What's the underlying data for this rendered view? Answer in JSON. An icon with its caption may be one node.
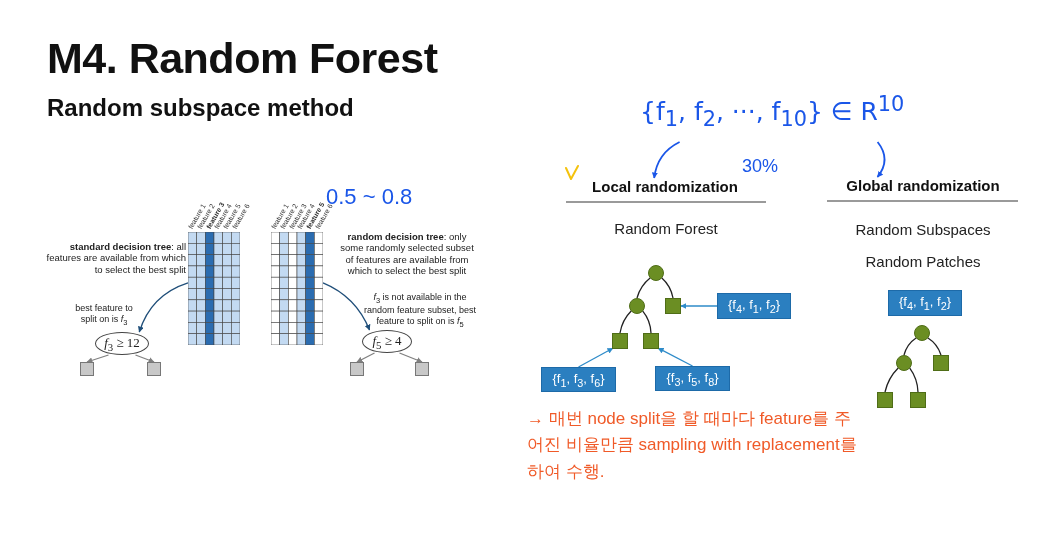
{
  "diagram": {
    "title": "M4. Random Forest",
    "nodes": [
      {
        "text": [
          "{f$_{1}$, f$_{2}$, ···, f$_{10}$} ∈ R$^{10}$"
        ]
      },
      {
        "text": [
          "Local randomization"
        ]
      },
      {
        "text": [
          "Global randomization"
        ]
      },
      {
        "text": [],
        "shape": "picture",
        "beside": [
          "feature 1",
          "feature 2",
          "feature 3",
          "feature 4",
          "feature 5",
          "feature 6"
        ]
      },
      {
        "text": [],
        "shape": "picture",
        "beside": [
          "feature 1",
          "feature 2",
          "feature 3",
          "feature 4",
          "feature 5",
          "feature 6"
        ]
      },
      {
        "text": [
          "*f*$_{3}$ ≥ 12"
        ]
      },
      {
        "text": [],
        "shape": "box"
      },
      {
        "text": [],
        "shape": "box"
      },
      {
        "text": [
          "*f*$_{5}$ ≥ 4"
        ]
      },
      {
        "text": [],
        "shape": "box"
      },
      {
        "text": [],
        "shape": "box"
      },
      {
        "text": [],
        "shape": "circle"
      },
      {
        "text": [],
        "shape": "circle"
      },
      {
        "text": [],
        "shape": "box"
      },
      {
        "text": [],
        "shape": "box"
      },
      {
        "text": [],
        "shape": "box"
      },
      {
        "text": [
          "{f$_{4}$, f$_{1}$, f$_{2}$}"
        ]
      },
      {
        "text": [
          "{f$_{1}$, f$_{3}$, f$_{6}$}"
        ]
      },
      {
        "text": [
          "{f$_{3}$, f$_{5}$, f$_{8}$}"
        ]
      },
      {
        "text": [
          "{f$_{4}$, f$_{1}$, f$_{2}$}"
        ]
      },
      {
        "text": [],
        "shape": "circle"
      },
      {
        "text": [],
        "shape": "circle"
      },
      {
        "text": [],
        "shape": "box"
      },
      {
        "text": [],
        "shape": "box"
      },
      {
        "text": [],
        "shape": "box"
      }
    ],
    "edges": [
      {
        "from": 0,
        "to": 1,
        "arrow": "to",
        "color": "#1a56e8"
      },
      {
        "from": 0,
        "to": 2,
        "arrow": "to",
        "color": "#1a56e8"
      },
      {
        "from": 3,
        "to": 5,
        "arrow": "to",
        "color": "#1f4e79"
      },
      {
        "from": 4,
        "to": 8,
        "arrow": "to",
        "color": "#1f4e79"
      },
      {
        "from": 5,
        "to": 6,
        "arrow": "to",
        "color": "#808080"
      },
      {
        "from": 5,
        "to": 7,
        "arrow": "to",
        "color": "#808080"
      },
      {
        "from": 8,
        "to": 9,
        "arrow": "to",
        "color": "#808080"
      },
      {
        "from": 8,
        "to": 10,
        "arrow": "to",
        "color": "#808080"
      },
      {
        "from": 11,
        "to": 12,
        "arrow": "none"
      },
      {
        "from": 11,
        "to": 13,
        "arrow": "none"
      },
      {
        "from": 12,
        "to": 14,
        "arrow": "none"
      },
      {
        "from": 12,
        "to": 15,
        "arrow": "none"
      },
      {
        "from": 16,
        "to": 13,
        "arrow": "to",
        "color": "#2e8bc9"
      },
      {
        "from": 17,
        "to": 14,
        "arrow": "to",
        "color": "#2e8bc9"
      },
      {
        "from": 18,
        "to": 15,
        "arrow": "to",
        "color": "#2e8bc9"
      },
      {
        "from": 20,
        "to": 21,
        "arrow": "none"
      },
      {
        "from": 20,
        "to": 22,
        "arrow": "none"
      },
      {
        "from": 21,
        "to": 23,
        "arrow": "none"
      },
      {
        "from": 21,
        "to": 24,
        "arrow": "none"
      }
    ],
    "labels": [
      "Random subspace method",
      "0.5 ~ 0.8",
      "**standard decision tree**: all features are available from which to select the best split",
      "**random decision tree**: only some randomly selected subset of features are available from which to select the best split",
      "best feature to split on is *f*$_{3}$",
      "*f*$_{3}$ is not available in the random feature subset, best feature to split on is *f*$_{5}$",
      "30%",
      "Random Forest",
      "Random Subspaces",
      "Random Patches",
      "→ 매번 node split을 할 때마다 feature를 주어진 비율만큼 sampling with replacement를 하여 수행."
    ]
  }
}
